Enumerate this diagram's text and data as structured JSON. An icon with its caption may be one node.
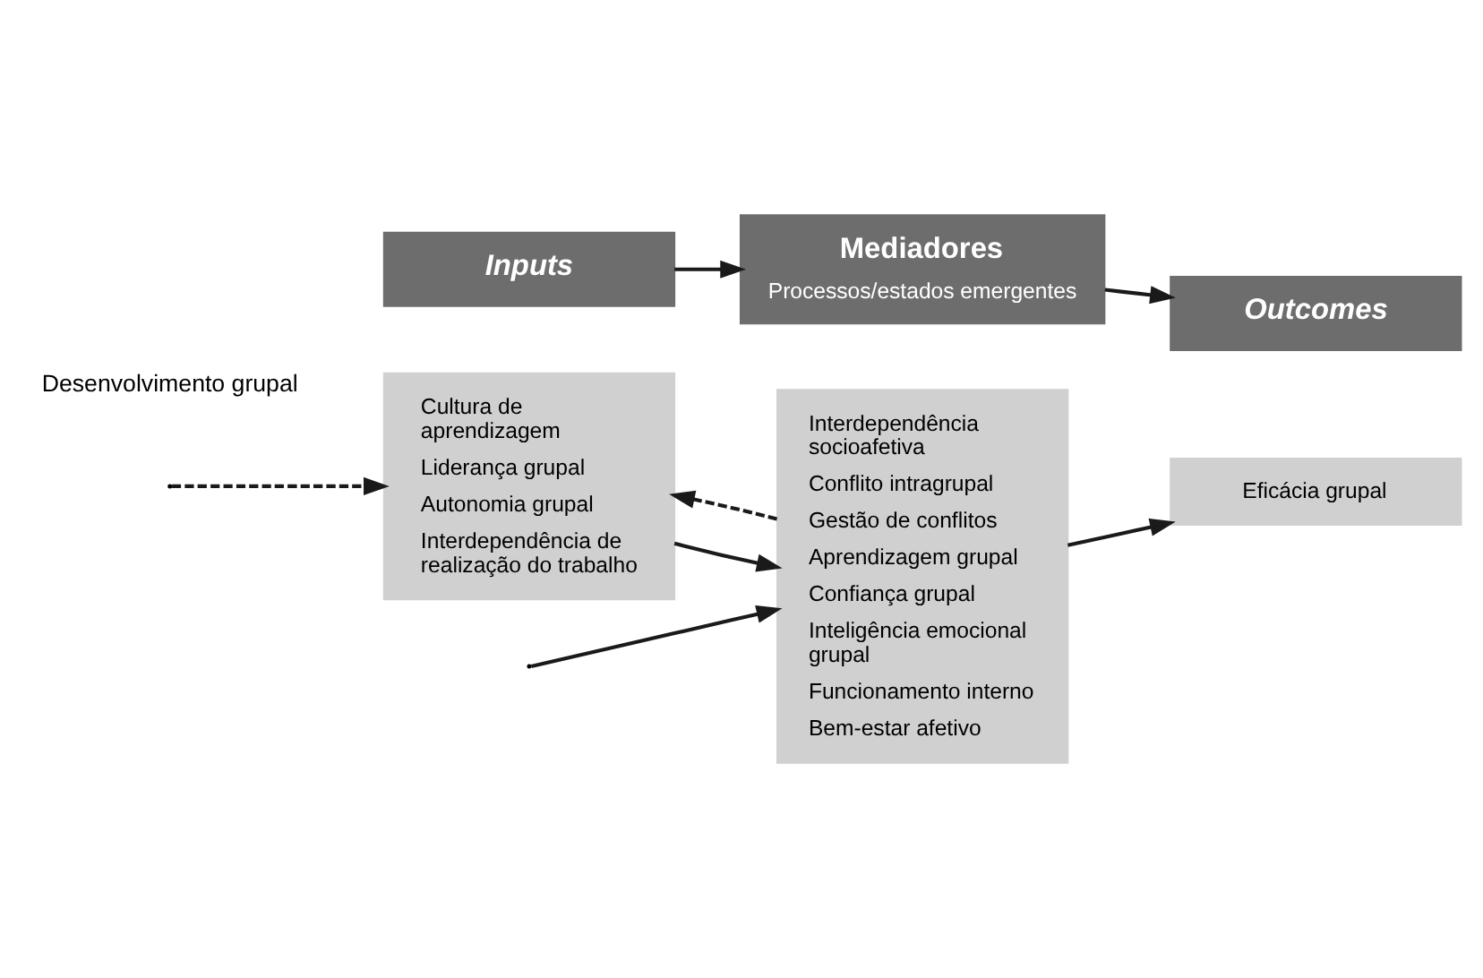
{
  "diagram": {
    "nodes": [
      {
        "text": [
          "Inputs"
        ]
      },
      {
        "text": [
          "Mediadores",
          "Processos/estados emergentes"
        ]
      },
      {
        "text": [
          "Outcomes"
        ]
      },
      {
        "text": [
          "Cultura de aprendizagem",
          "Liderança grupal",
          "Autonomia grupal",
          "Interdependência de realização do trabalho"
        ]
      },
      {
        "text": [
          "Interdependência socioafetiva",
          "Conflito intragrupal",
          "Gestão de conflitos",
          "Aprendizagem grupal",
          "Confiança grupal",
          "Inteligência emocional grupal",
          "Funcionamento interno",
          "Bem-estar afetivo"
        ]
      },
      {
        "text": [
          "Eficácia grupal"
        ]
      }
    ],
    "edges": [
      {
        "from": 0,
        "to": 1,
        "arrow": "to"
      },
      {
        "from": 1,
        "to": 2,
        "arrow": "to"
      },
      {
        "from": 3,
        "to": 4,
        "arrow": "to"
      },
      {
        "from": 4,
        "to": 5,
        "arrow": "to"
      },
      {
        "from": 4,
        "to": 3,
        "arrow": "to",
        "style": "dashed"
      },
      {
        "from": null,
        "to": 4,
        "arrow": "to"
      },
      {
        "from": null,
        "to": 3,
        "arrow": "to",
        "style": "dashed"
      }
    ],
    "labels": [
      "Desenvolvimento grupal"
    ]
  }
}
